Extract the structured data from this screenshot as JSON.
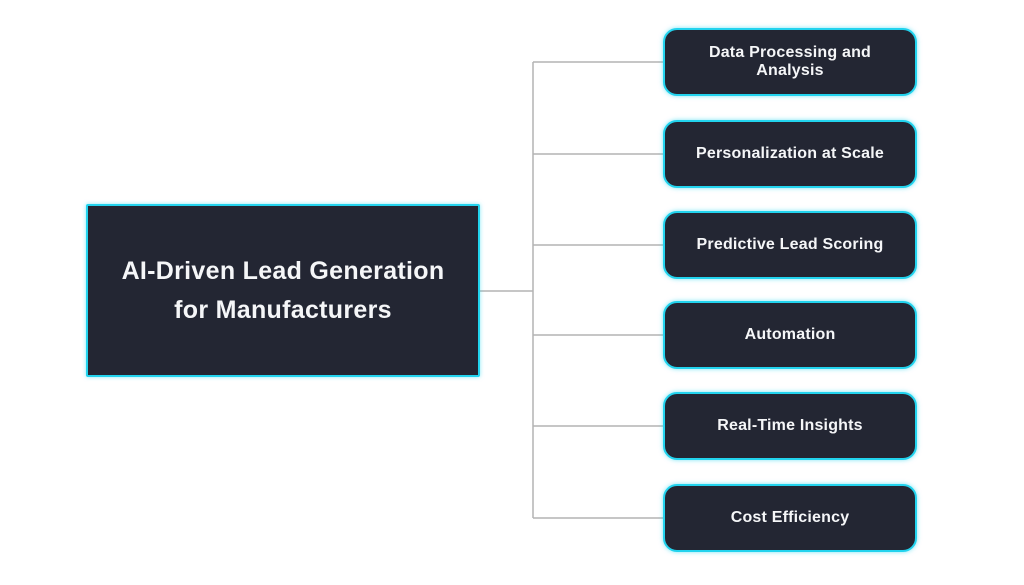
{
  "diagram": {
    "root": {
      "label": "AI-Driven Lead Generation for Manufacturers"
    },
    "children": [
      {
        "label": "Data Processing and Analysis"
      },
      {
        "label": "Personalization at Scale"
      },
      {
        "label": "Predictive Lead Scoring"
      },
      {
        "label": "Automation"
      },
      {
        "label": "Real-Time Insights"
      },
      {
        "label": "Cost Efficiency"
      }
    ],
    "colors": {
      "background": "#ffffff",
      "node_fill": "#232633",
      "node_border": "#22d3ee",
      "node_text": "#f5f6f8",
      "connector": "#b3b3b3"
    }
  }
}
